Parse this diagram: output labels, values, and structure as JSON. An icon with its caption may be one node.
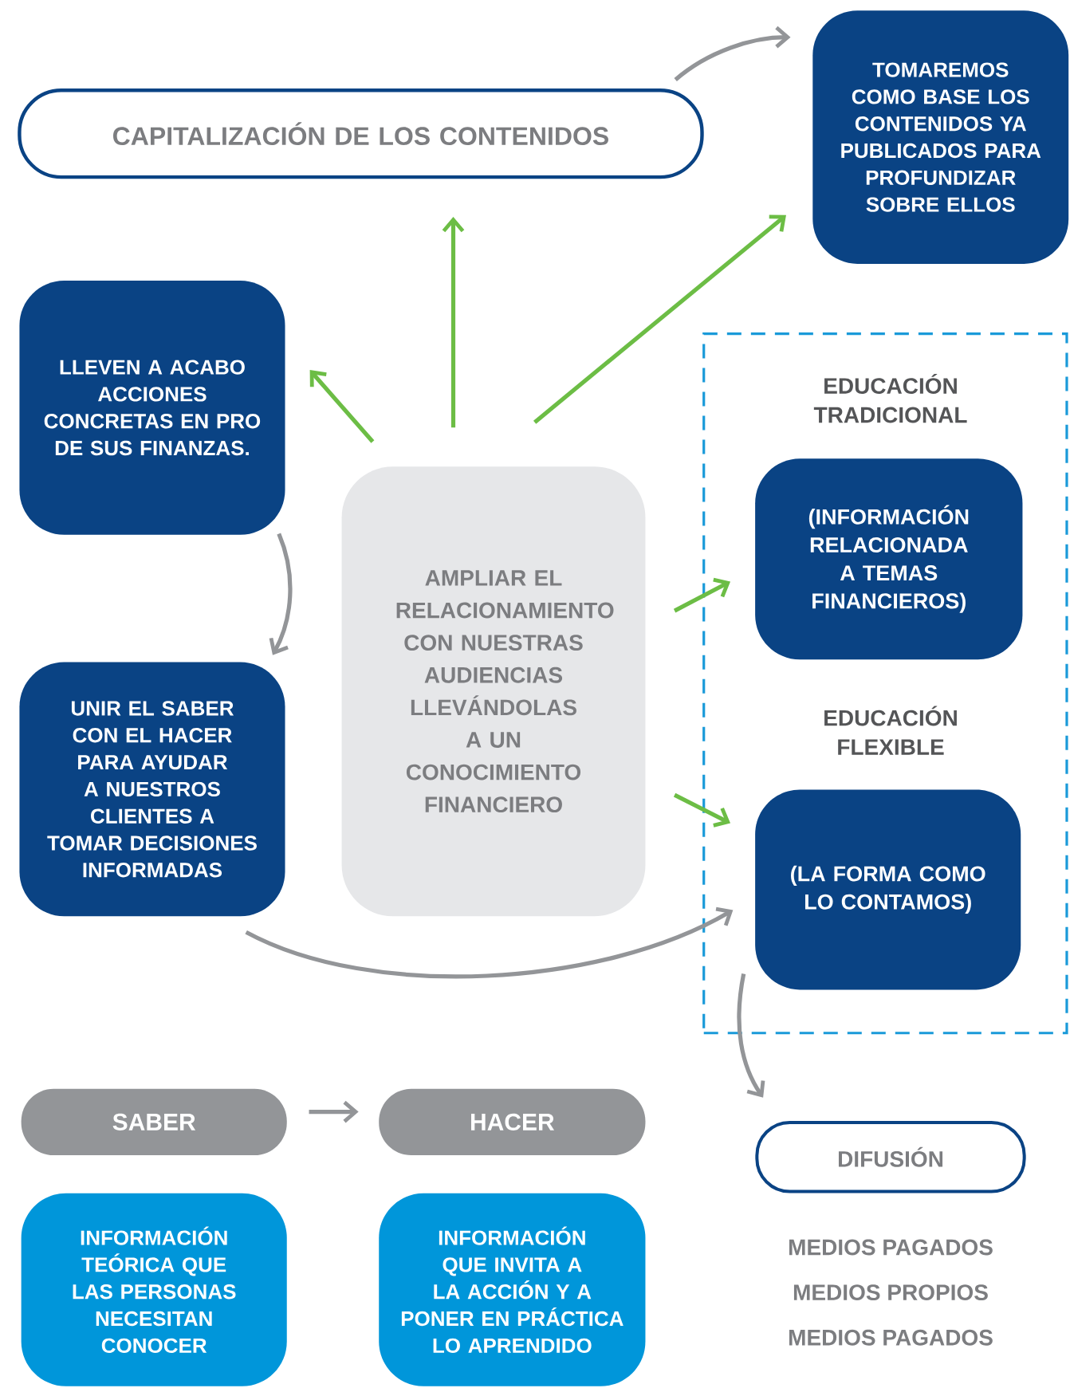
{
  "diagram": {
    "nodes": [
      {
        "text": [
          "CAPITALIZACIÓN DE LOS CONTENIDOS"
        ]
      },
      {
        "text": [
          "TOMAREMOS COMO BASE LOS CONTENIDOS YA PUBLICADOS PARA PROFUNDIZAR SOBRE ELLOS"
        ]
      },
      {
        "text": [
          "LLEVEN A ACABO ACCIONES CONCRETAS EN PRO DE SUS FINANZAS."
        ]
      },
      {
        "text": [
          "AMPLIAR EL RELACIONAMIENTO CON NUESTRAS AUDIENCIAS LLEVÁNDOLAS A UN CONOCIMIENTO FINANCIERO"
        ]
      },
      {
        "text": [
          "UNIR EL SABER CON EL HACER PARA AYUDAR A NUESTROS CLIENTES A TOMAR DECISIONES INFORMADAS"
        ]
      },
      {
        "text": [
          "EDUCACIÓN TRADICIONAL",
          "EDUCACIÓN FLEXIBLE"
        ]
      },
      {
        "text": [
          "(INFORMACIÓN RELACIONADA A TEMAS FINANCIEROS)"
        ],
        "in": 5
      },
      {
        "text": [
          "(LA FORMA COMO LO CONTAMOS)"
        ],
        "in": 5
      },
      {
        "text": [
          "SABER"
        ]
      },
      {
        "text": [
          "HACER"
        ]
      },
      {
        "text": [
          "DIFUSIÓN"
        ]
      },
      {
        "text": [
          "INFORMACIÓN TEÓRICA QUE LAS PERSONAS NECESITAN CONOCER"
        ]
      },
      {
        "text": [
          "INFORMACIÓN QUE INVITA A LA ACCIÓN Y A PONER EN PRÁCTICA LO APRENDIDO"
        ]
      }
    ],
    "edges": [
      {
        "from": 0,
        "to": 1,
        "arrow": "to"
      },
      {
        "from": 3,
        "to": 0,
        "arrow": "to",
        "color": "#6cbd45"
      },
      {
        "from": 3,
        "to": 1,
        "arrow": "to",
        "color": "#6cbd45"
      },
      {
        "from": 3,
        "to": 2,
        "arrow": "to",
        "color": "#6cbd45"
      },
      {
        "from": 2,
        "to": 4,
        "arrow": "to"
      },
      {
        "from": 3,
        "to": 6,
        "arrow": "to",
        "color": "#6cbd45"
      },
      {
        "from": 3,
        "to": 7,
        "arrow": "to",
        "color": "#6cbd45"
      },
      {
        "from": 4,
        "to": 7,
        "arrow": "to"
      },
      {
        "from": 7,
        "to": 10,
        "arrow": "to"
      },
      {
        "from": 8,
        "to": 9,
        "arrow": "to"
      }
    ],
    "labels": [
      "MEDIOS PAGADOS",
      "MEDIOS PROPIOS",
      "MEDIOS PAGADOS"
    ]
  }
}
